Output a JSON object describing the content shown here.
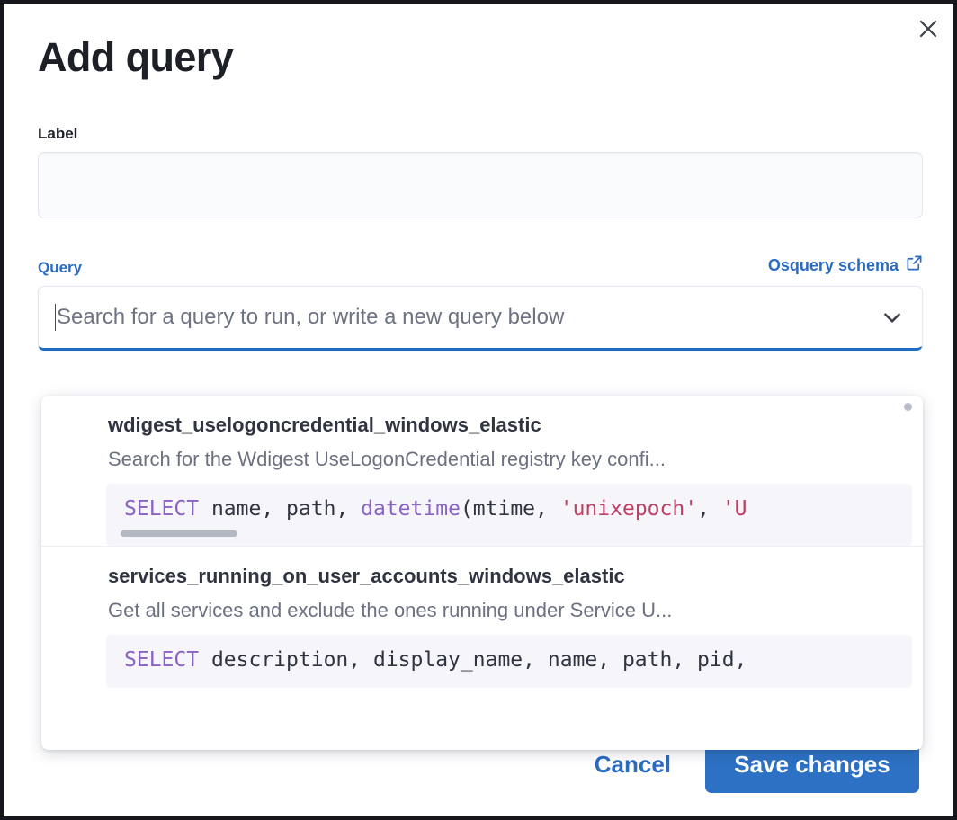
{
  "modal": {
    "title": "Add query",
    "close_icon": "close-icon"
  },
  "label_field": {
    "label": "Label",
    "value": "",
    "placeholder": ""
  },
  "query_field": {
    "label": "Query",
    "schema_link": "Osquery schema",
    "schema_link_icon": "external-link-icon",
    "placeholder": "Search for a query to run, or write a new query below",
    "value": "",
    "chevron_icon": "chevron-down-icon"
  },
  "dropdown": {
    "items": [
      {
        "title": "wdigest_uselogoncredential_windows_elastic",
        "description": "Search for the Wdigest UseLogonCredential registry key confi...",
        "code_tokens": [
          {
            "t": "SELECT",
            "c": "kw"
          },
          {
            "t": " name",
            "c": "plain"
          },
          {
            "t": ", ",
            "c": "punc"
          },
          {
            "t": "path",
            "c": "plain"
          },
          {
            "t": ", ",
            "c": "punc"
          },
          {
            "t": "datetime",
            "c": "fn"
          },
          {
            "t": "(",
            "c": "punc"
          },
          {
            "t": "mtime",
            "c": "plain"
          },
          {
            "t": ", ",
            "c": "punc"
          },
          {
            "t": "'unixepoch'",
            "c": "str"
          },
          {
            "t": ", ",
            "c": "punc"
          },
          {
            "t": "'U",
            "c": "str"
          }
        ],
        "has_scrollbar": true
      },
      {
        "title": "services_running_on_user_accounts_windows_elastic",
        "description": "Get all services and exclude the ones running under Service U...",
        "code_tokens": [
          {
            "t": "SELECT",
            "c": "kw"
          },
          {
            "t": " description",
            "c": "plain"
          },
          {
            "t": ", ",
            "c": "punc"
          },
          {
            "t": "display_name",
            "c": "plain"
          },
          {
            "t": ", ",
            "c": "punc"
          },
          {
            "t": "name",
            "c": "plain"
          },
          {
            "t": ", ",
            "c": "punc"
          },
          {
            "t": "path",
            "c": "plain"
          },
          {
            "t": ", ",
            "c": "punc"
          },
          {
            "t": "pid",
            "c": "plain"
          },
          {
            "t": ",",
            "c": "punc"
          }
        ],
        "has_scrollbar": false
      }
    ]
  },
  "footer": {
    "cancel_label": "Cancel",
    "save_label": "Save changes"
  },
  "colors": {
    "accent_blue": "#2a6bc4",
    "save_button_blue": "#2d71c4",
    "title_dark": "#1d2127",
    "muted_text": "#6c7182",
    "code_keyword_purple": "#8a62c4",
    "code_string_crimson": "#bd3f63",
    "code_background": "#f6f6fa"
  }
}
